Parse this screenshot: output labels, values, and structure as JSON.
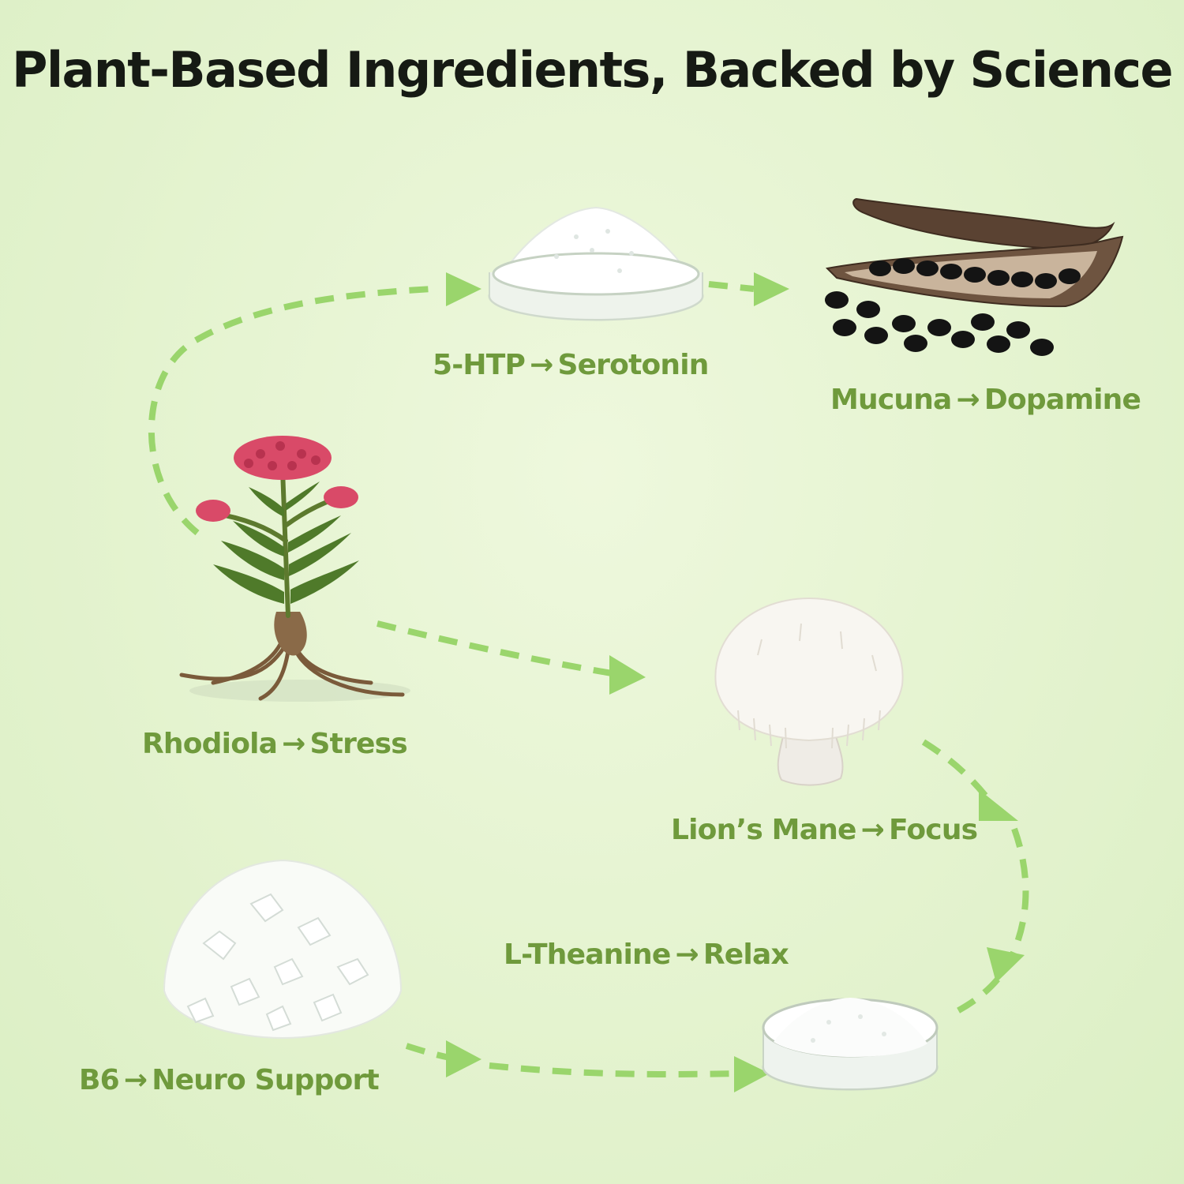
{
  "title": "Plant-Based Ingredients, Backed by Science",
  "colors": {
    "background": "#e4f3cf",
    "title_text": "#161a14",
    "label_text": "#6f9a3c",
    "connector": "#9ad56c"
  },
  "arrow_glyph": "→",
  "ingredients": [
    {
      "id": "5htp",
      "name": "5-HTP",
      "effect": "Serotonin",
      "icon": "powder-dish-icon"
    },
    {
      "id": "mucuna",
      "name": "Mucuna",
      "effect": "Dopamine",
      "icon": "bean-pods-icon"
    },
    {
      "id": "rhodiola",
      "name": "Rhodiola",
      "effect": "Stress",
      "icon": "rhodiola-plant-icon"
    },
    {
      "id": "lions-mane",
      "name": "Lion’s Mane",
      "effect": "Focus",
      "icon": "lions-mane-mushroom-icon"
    },
    {
      "id": "l-theanine",
      "name": "L-Theanine",
      "effect": "Relax",
      "icon": "crystal-dish-icon"
    },
    {
      "id": "b6",
      "name": "B6",
      "effect": "Neuro Support",
      "icon": "crystal-pile-icon"
    }
  ]
}
